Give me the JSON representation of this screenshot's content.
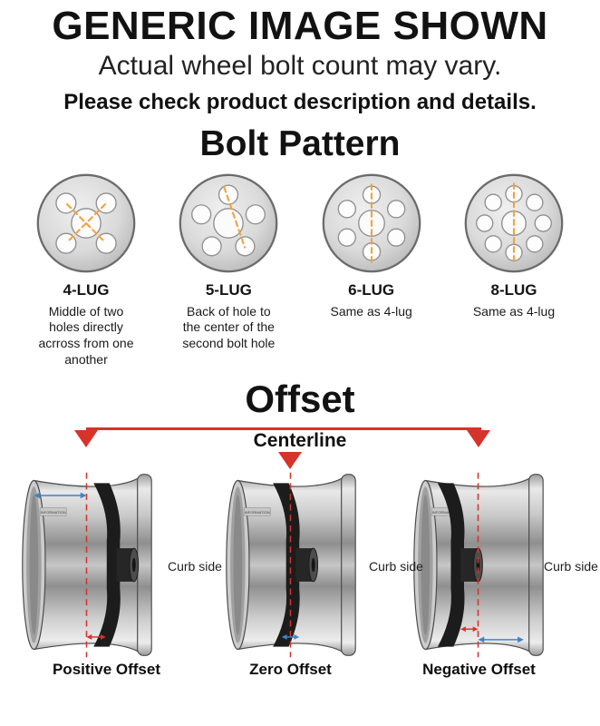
{
  "header": {
    "title": "GENERIC IMAGE SHOWN",
    "subtitle": "Actual wheel bolt count may vary.",
    "note": "Please check product description and details."
  },
  "bolt_pattern": {
    "title": "Bolt Pattern",
    "items": [
      {
        "label": "4-LUG",
        "description": "Middle of two holes directly acrross from one another"
      },
      {
        "label": "5-LUG",
        "description": "Back of hole to the center of the second bolt hole"
      },
      {
        "label": "6-LUG",
        "description": "Same as 4-lug"
      },
      {
        "label": "8-LUG",
        "description": "Same as 4-lug"
      }
    ]
  },
  "offset": {
    "title": "Offset",
    "centerline_label": "Centerline",
    "wheel_sticker_text": "INFORMATION",
    "diagrams": [
      {
        "label": "Positive Offset",
        "curb_label": "Curb side"
      },
      {
        "label": "Zero Offset",
        "curb_label": "Curb side"
      },
      {
        "label": "Negative Offset",
        "curb_label": "Curb side"
      }
    ]
  },
  "colors": {
    "accent_red": "#d6332b",
    "dash_orange": "#f2a33c",
    "measure_blue": "#3d85c8",
    "text_black": "#141414"
  }
}
